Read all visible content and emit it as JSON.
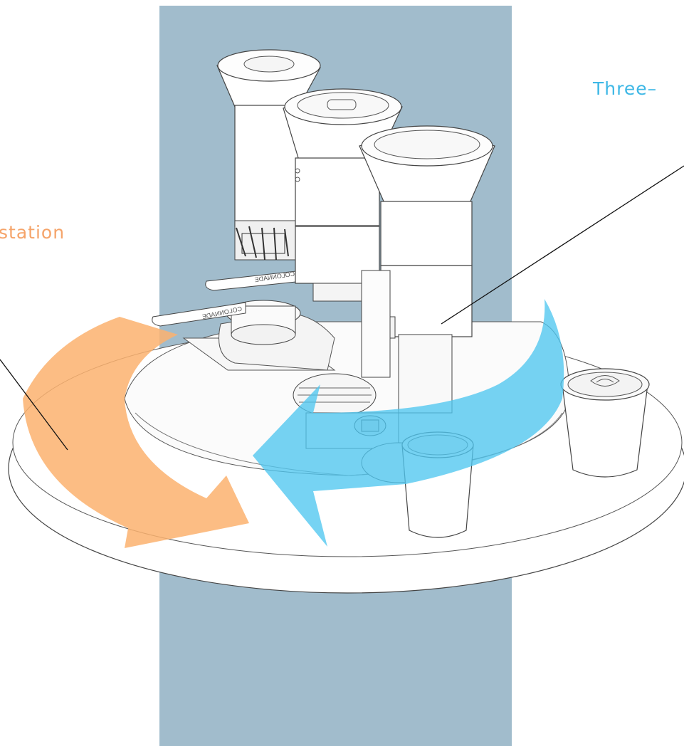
{
  "labels": {
    "left_callout": "station",
    "right_callout": "Three–"
  },
  "branding": {
    "engraving_front": "COLONNADE",
    "engraving_back": "COLONNADE"
  },
  "colors": {
    "background_panel": "#a1bccc",
    "orange_arrow": "#fbb26f",
    "blue_arrow": "#4fc6ef",
    "left_label": "#f5a46a",
    "right_label": "#3fb8e6",
    "line_art": "#333333",
    "base": "#ffffff"
  },
  "icons": {
    "orange_arrow": "curved-clockwise-arrow",
    "blue_arrow": "curved-counterclockwise-arrow"
  }
}
